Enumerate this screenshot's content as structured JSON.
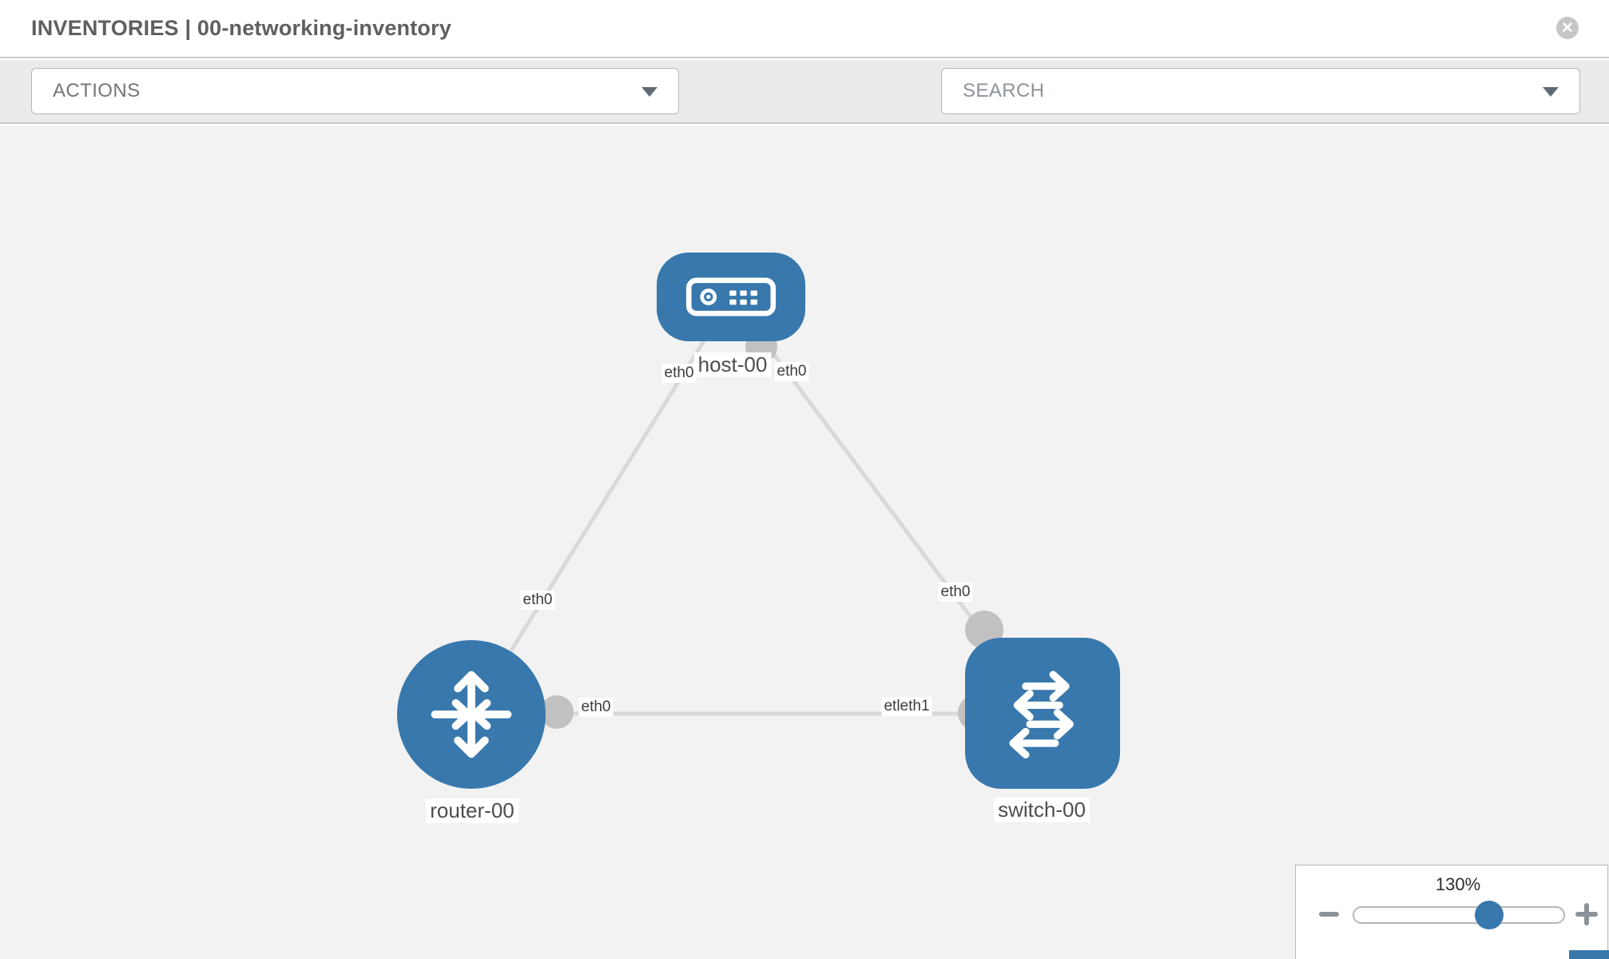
{
  "header": {
    "title": "INVENTORIES | 00-networking-inventory"
  },
  "toolbar": {
    "actions_label": "ACTIONS",
    "search_placeholder": "SEARCH",
    "icons": [
      "wrench-icon",
      "key-icon"
    ]
  },
  "topology": {
    "nodes": [
      {
        "label": "host-00",
        "type": "host"
      },
      {
        "label": "router-00",
        "type": "router"
      },
      {
        "label": "switch-00",
        "type": "switch"
      }
    ],
    "links": [
      {
        "from": "host-00",
        "to": "router-00",
        "label_at_host": "eth0",
        "label_at_router": "eth0"
      },
      {
        "from": "host-00",
        "to": "switch-00",
        "label_at_host": "eth0",
        "label_at_switch": "eth0"
      },
      {
        "from": "router-00",
        "to": "switch-00",
        "label_at_router": "eth0",
        "label_at_switch": "etleth1"
      }
    ]
  },
  "zoom_control": {
    "level": "130%",
    "percent": 130
  },
  "icons": {
    "close": "close-circle-icon",
    "actions_caret": "chevron-down-icon",
    "search_caret": "chevron-down-icon",
    "host": "host-device-icon",
    "router": "router-arrows-icon",
    "switch": "switch-arrows-icon"
  },
  "colors": {
    "node_blue": "#3878ad",
    "port_gray": "#c1c1c1",
    "link_gray": "#d9d9d9",
    "canvas_bg": "#f2f2f2",
    "toolbar_bg": "#ebebeb",
    "border_gray": "#b7b7b7",
    "label_text": "#4d4d4d"
  }
}
